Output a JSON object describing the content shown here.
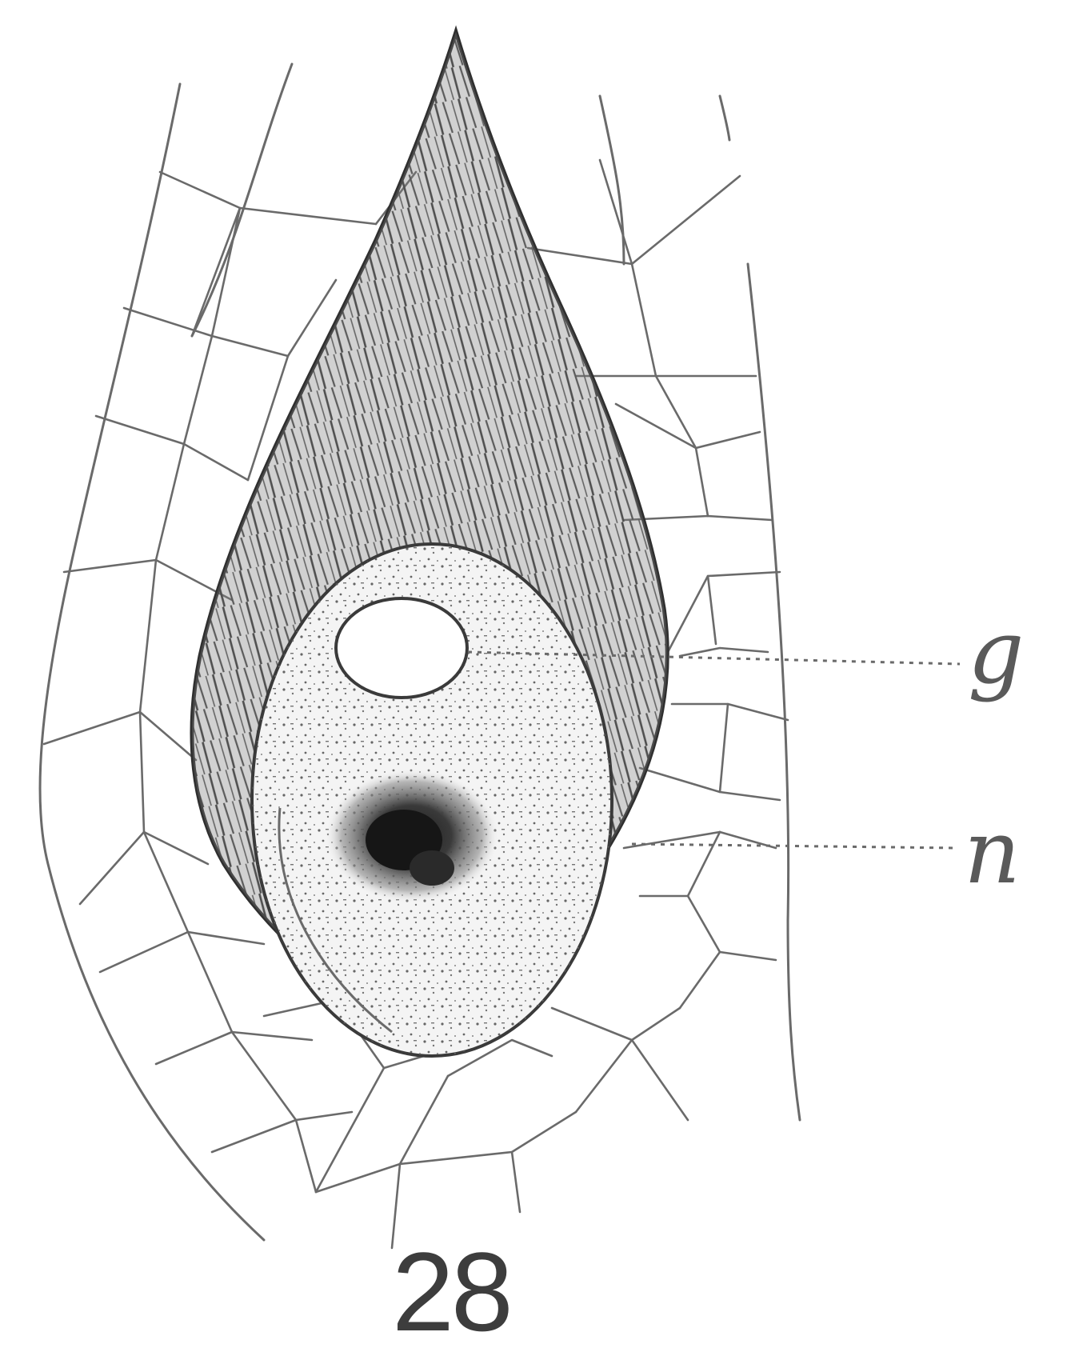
{
  "labels": {
    "g": "g",
    "n": "n"
  },
  "figure_number": "28",
  "colors": {
    "line": "#6a6a6a",
    "dark": "#333333",
    "background": "#ffffff"
  }
}
